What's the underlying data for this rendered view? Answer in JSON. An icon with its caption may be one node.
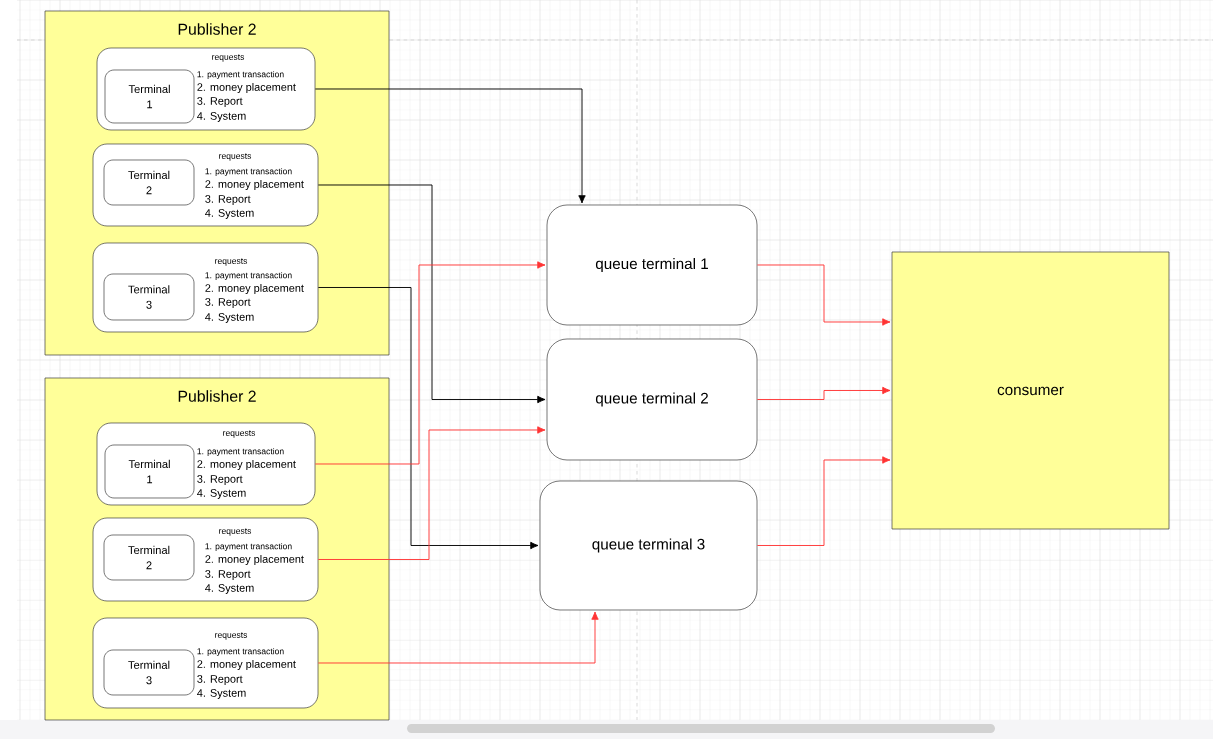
{
  "diagram": {
    "nodes": [
      {
        "text": [
          "Publisher 2"
        ]
      },
      {
        "text": [
          "requests",
          "1. payment transaction",
          "2. money placement",
          "3. Report",
          "4. System"
        ],
        "in": 0
      },
      {
        "text": [
          "Terminal 1"
        ],
        "in": 1
      },
      {
        "text": [
          "requests",
          "1. payment transaction",
          "2. money placement",
          "3. Report",
          "4. System"
        ],
        "in": 0
      },
      {
        "text": [
          "Terminal 2"
        ],
        "in": 3
      },
      {
        "text": [
          "requests",
          "1. payment transaction",
          "2. money placement",
          "3. Report",
          "4. System"
        ],
        "in": 0
      },
      {
        "text": [
          "Terminal 3"
        ],
        "in": 5
      },
      {
        "text": [
          "Publisher 2"
        ]
      },
      {
        "text": [
          "requests",
          "1. payment transaction",
          "2. money placement",
          "3. Report",
          "4. System"
        ],
        "in": 7
      },
      {
        "text": [
          "Terminal 1"
        ],
        "in": 8
      },
      {
        "text": [
          "requests",
          "1. payment transaction",
          "2. money placement",
          "3. Report",
          "4. System"
        ],
        "in": 7
      },
      {
        "text": [
          "Terminal 2"
        ],
        "in": 10
      },
      {
        "text": [
          "requests",
          "1. payment transaction",
          "2. money placement",
          "3. Report",
          "4. System"
        ],
        "in": 7
      },
      {
        "text": [
          "Terminal 3"
        ],
        "in": 12
      },
      {
        "text": [
          "queue terminal 1"
        ]
      },
      {
        "text": [
          "queue terminal 2"
        ]
      },
      {
        "text": [
          "queue terminal 3"
        ]
      },
      {
        "text": [
          "consumer"
        ]
      }
    ],
    "edges": [
      {
        "from": 1,
        "to": 14,
        "arrow": "to",
        "color": "#000000"
      },
      {
        "from": 3,
        "to": 15,
        "arrow": "to",
        "color": "#000000"
      },
      {
        "from": 5,
        "to": 16,
        "arrow": "to",
        "color": "#000000"
      },
      {
        "from": 8,
        "to": 14,
        "arrow": "to"
      },
      {
        "from": 10,
        "to": 15,
        "arrow": "to"
      },
      {
        "from": 12,
        "to": 16,
        "arrow": "to"
      },
      {
        "from": 14,
        "to": 17,
        "arrow": "to"
      },
      {
        "from": 15,
        "to": 17,
        "arrow": "to"
      },
      {
        "from": 16,
        "to": 17,
        "arrow": "to"
      }
    ]
  }
}
